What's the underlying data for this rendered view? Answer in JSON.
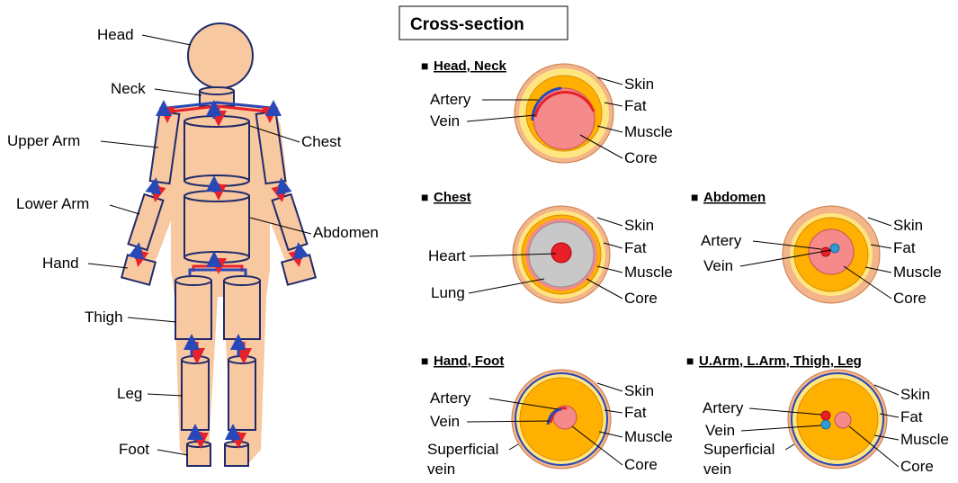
{
  "body_labels": {
    "head": "Head",
    "neck": "Neck",
    "upper_arm": "Upper Arm",
    "chest": "Chest",
    "lower_arm": "Lower Arm",
    "abdomen": "Abdomen",
    "hand": "Hand",
    "thigh": "Thigh",
    "leg": "Leg",
    "foot": "Foot"
  },
  "cross_section_title": "Cross-section",
  "bullet": "■",
  "sections": {
    "head_neck": {
      "header": "Head, Neck",
      "artery": "Artery",
      "vein": "Vein",
      "skin": "Skin",
      "fat": "Fat",
      "muscle": "Muscle",
      "core": "Core"
    },
    "chest": {
      "header": "Chest",
      "heart": "Heart",
      "lung": "Lung",
      "skin": "Skin",
      "fat": "Fat",
      "muscle": "Muscle",
      "core": "Core"
    },
    "abdomen": {
      "header": "Abdomen",
      "artery": "Artery",
      "vein": "Vein",
      "skin": "Skin",
      "fat": "Fat",
      "muscle": "Muscle",
      "core": "Core"
    },
    "hand_foot": {
      "header": "Hand, Foot",
      "artery": "Artery",
      "vein": "Vein",
      "superficial_1": "Superficial",
      "superficial_2": "vein",
      "skin": "Skin",
      "fat": "Fat",
      "muscle": "Muscle",
      "core": "Core"
    },
    "limbs": {
      "header": "U.Arm, L.Arm, Thigh, Leg",
      "artery": "Artery",
      "vein": "Vein",
      "superficial_1": "Superficial",
      "superficial_2": "vein",
      "skin": "Skin",
      "fat": "Fat",
      "muscle": "Muscle",
      "core": "Core"
    }
  },
  "colors": {
    "skin": "#f3b58a",
    "fat": "#ffe680",
    "muscle": "#ffb000",
    "core": "#f48a8a",
    "lung": "#c8c8c8",
    "artery": "#e8202a",
    "vein": "#2848b8",
    "vein_light": "#2e9ad8",
    "body": "#f8c8a0",
    "outline": "#1f2a6b"
  }
}
